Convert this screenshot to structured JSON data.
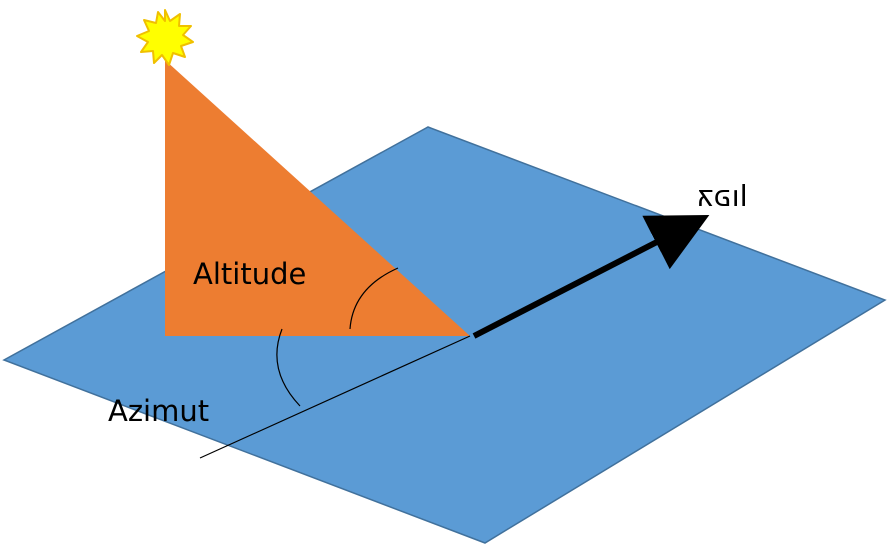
{
  "labels": {
    "altitude": "Altitude",
    "azimuth": "Azimut",
    "north": "צפון"
  },
  "colors": {
    "ground_plane": "#5b9bd5",
    "ground_plane_edge": "#41719c",
    "altitude_triangle": "#ed7d31",
    "sun_fill": "#ffff00",
    "sun_outline": "#f0c000",
    "arrow": "#000000"
  },
  "icons": {
    "sun": "sun-icon"
  }
}
